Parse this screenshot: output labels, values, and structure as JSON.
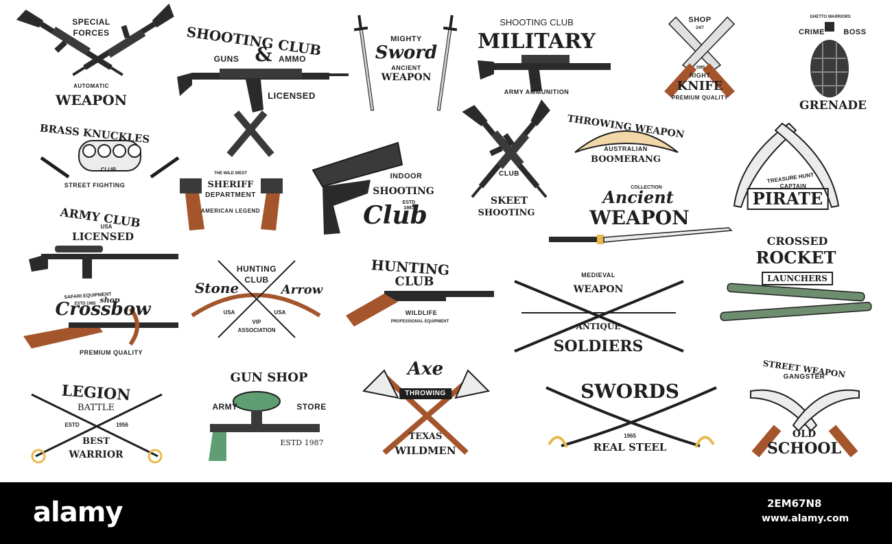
{
  "colors": {
    "ink": "#1e1e1e",
    "wood": "#a4552c",
    "gold": "#e7b94a",
    "olive": "#6f8e70",
    "green": "#5f9e73",
    "boomerang": "#f2d7a9",
    "footer": "#000000"
  },
  "footer": {
    "brand": "alamy",
    "image_id": "2EM67N8",
    "site": "www.alamy.com"
  },
  "emblems": [
    {
      "icon": "crossed-rifles-icon",
      "lines": [
        "SPECIAL",
        "FORCES",
        "AUTOMATIC",
        "WEAPON"
      ]
    },
    {
      "icon": "assault-rifle-icon",
      "lines": [
        "SHOOTING CLUB",
        "GUNS",
        "&",
        "AMMO",
        "LICENSED"
      ]
    },
    {
      "icon": "crossed-swords-icon",
      "lines": [
        "MIGHTY",
        "Sword",
        "ANCIENT",
        "WEAPON"
      ]
    },
    {
      "icon": "m16-rifle-icon",
      "lines": [
        "SHOOTING CLUB",
        "MILITARY",
        "ARMY AMMUNITION"
      ]
    },
    {
      "icon": "crossed-knives-icon",
      "lines": [
        "SHOP",
        "24/7",
        "1985",
        "RIGHT",
        "KNIFE",
        "PREMIUM QUALITY"
      ]
    },
    {
      "icon": "grenade-icon",
      "lines": [
        "GHETTO WARRIORS",
        "CRIME",
        "BOSS",
        "GRENADE"
      ]
    },
    {
      "icon": "brass-knuckles-icon",
      "lines": [
        "BRASS KNUCKLES",
        "CLUB",
        "STREET FIGHTING"
      ]
    },
    {
      "icon": "crossed-revolvers-icon",
      "lines": [
        "THE WILD WEST",
        "SHERIFF",
        "DEPARTMENT",
        "AMERICAN LEGEND"
      ]
    },
    {
      "icon": "pistol-icon",
      "lines": [
        "INDOOR",
        "SHOOTING",
        "ESTD",
        "1987",
        "Club"
      ]
    },
    {
      "icon": "crossed-m16-icon",
      "lines": [
        "CLUB",
        "SKEET",
        "SHOOTING"
      ]
    },
    {
      "icon": "boomerang-icon",
      "lines": [
        "THROWING WEAPON",
        "AUSTRALIAN",
        "BOOMERANG"
      ]
    },
    {
      "icon": "crossed-kukri-icon",
      "lines": [
        "TREASURE HUNT",
        "CAPTAIN",
        "PIRATE"
      ]
    },
    {
      "icon": "sniper-rifle-icon",
      "lines": [
        "ARMY CLUB",
        "USA",
        "LICENSED"
      ]
    },
    {
      "icon": "katana-icon",
      "lines": [
        "COLLECTION",
        "Ancient",
        "WEAPON"
      ]
    },
    {
      "icon": "crossed-bows-icon",
      "lines": [
        "HUNTING",
        "CLUB",
        "Stone",
        "Arrow",
        "USA",
        "USA",
        "VIP",
        "ASSOCIATION"
      ]
    },
    {
      "icon": "shotgun-icon",
      "lines": [
        "HUNTING",
        "CLUB",
        "WILDLIFE",
        "PROFESSIONAL EQUIPMENT"
      ]
    },
    {
      "icon": "crossed-naginata-icon",
      "lines": [
        "MEDIEVAL",
        "WEAPON",
        "ANTIQUE",
        "SOLDIERS"
      ]
    },
    {
      "icon": "rocket-launcher-icon",
      "lines": [
        "CROSSED",
        "ROCKET",
        "LAUNCHERS"
      ]
    },
    {
      "icon": "crossbow-icon",
      "lines": [
        "SAFARI EQUIPMENT",
        "shop",
        "ESTD 1985",
        "Crossbow",
        "PREMIUM QUALITY"
      ]
    },
    {
      "icon": "crossed-sabers-icon",
      "lines": [
        "LEGION",
        "BATTLE",
        "ESTD",
        "1956",
        "BEST",
        "WARRIOR"
      ]
    },
    {
      "icon": "paintball-gun-icon",
      "lines": [
        "GUN SHOP",
        "ARMY",
        "STORE",
        "ESTD 1987"
      ]
    },
    {
      "icon": "crossed-axes-icon",
      "lines": [
        "Axe",
        "THROWING",
        "TEXAS",
        "WILDMEN"
      ]
    },
    {
      "icon": "crossed-cavalry-sabers-icon",
      "lines": [
        "SWORDS",
        "1965",
        "REAL STEEL"
      ]
    },
    {
      "icon": "crossed-machetes-icon",
      "lines": [
        "STREET WEAPON",
        "GANGSTER",
        "OLD",
        "SCHOOL"
      ]
    }
  ]
}
